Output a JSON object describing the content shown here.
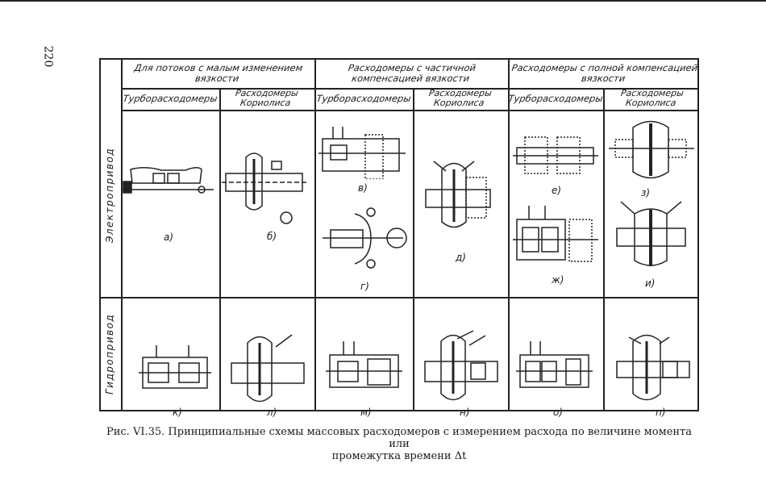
{
  "page_number": "220",
  "table": {
    "group_headers": [
      "Для потоков с малым изменением вязкости",
      "Расходомеры с частичной компенсацией вязкости",
      "Расходомеры с полной компенсацией вязкости"
    ],
    "sub_headers": [
      "Турборасходомеры",
      "Расходомеры Кориолиса",
      "Турборасходомеры",
      "Расходомеры Кориолиса",
      "Турборасходомеры",
      "Расходомеры Кориолиса"
    ],
    "row_headers": [
      "Электропривод",
      "Гидропривод"
    ],
    "schemes": [
      "а)",
      "б)",
      "в)",
      "г)",
      "д)",
      "е)",
      "ж)",
      "з)",
      "и)",
      "к)",
      "л)",
      "м)",
      "н)",
      "о)",
      "п)"
    ]
  },
  "caption": {
    "line1": "Рис. VI.35. Принципиальные схемы массовых расходомеров с измерением расхода по величине момента или",
    "line2": "промежутка времени Δt"
  }
}
